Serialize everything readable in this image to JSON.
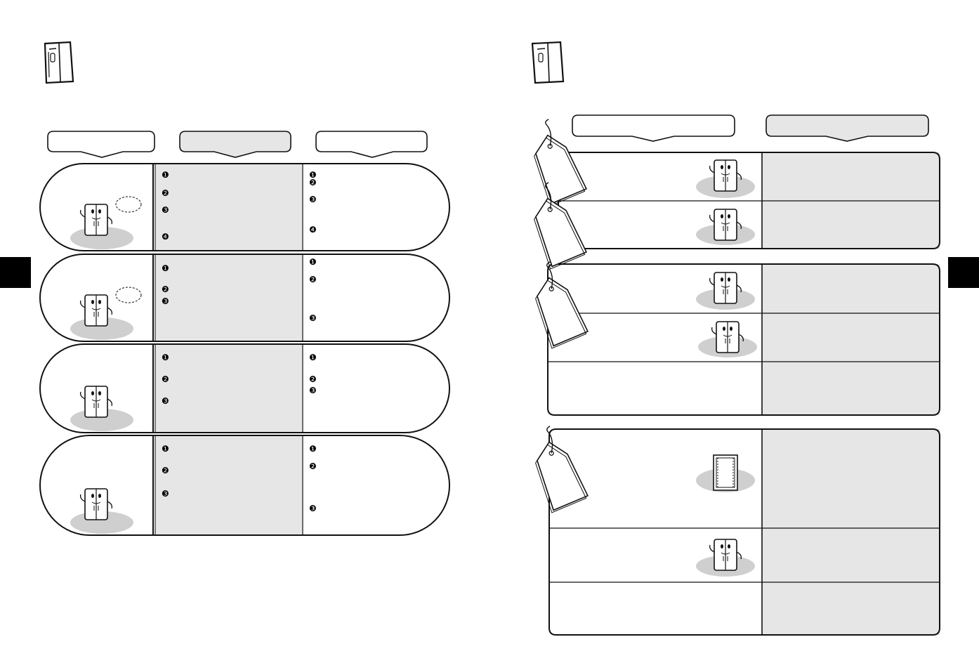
{
  "page": {
    "icons": {
      "fridge": "fridge-icon",
      "tag": "tag-icon",
      "character": "fridge-character-icon"
    },
    "colors": {
      "panel_fill": "#e6e6e6",
      "line": "#111111",
      "tab": "#000000",
      "shadow": "#cfcfcf"
    }
  },
  "left": {
    "rows": [
      {
        "character": "fridge-character-thinking-icon",
        "causes": [
          "❶",
          "❷",
          "❸",
          "❹"
        ],
        "solutions": [
          "❶",
          "❷",
          "❸",
          "❹"
        ]
      },
      {
        "character": "fridge-character-cold-icon",
        "causes": [
          "❶",
          "❷",
          "❸"
        ],
        "solutions": [
          "❶",
          "❷",
          "❸"
        ]
      },
      {
        "character": "fridge-character-noise-icon",
        "causes": [
          "❶",
          "❷",
          "❸"
        ],
        "solutions": [
          "❶",
          "❷",
          "❸"
        ]
      },
      {
        "character": "fridge-character-door-icon",
        "causes": [
          "❶",
          "❷",
          "❸"
        ],
        "solutions": [
          "❶",
          "❷",
          "❸"
        ]
      }
    ]
  }
}
